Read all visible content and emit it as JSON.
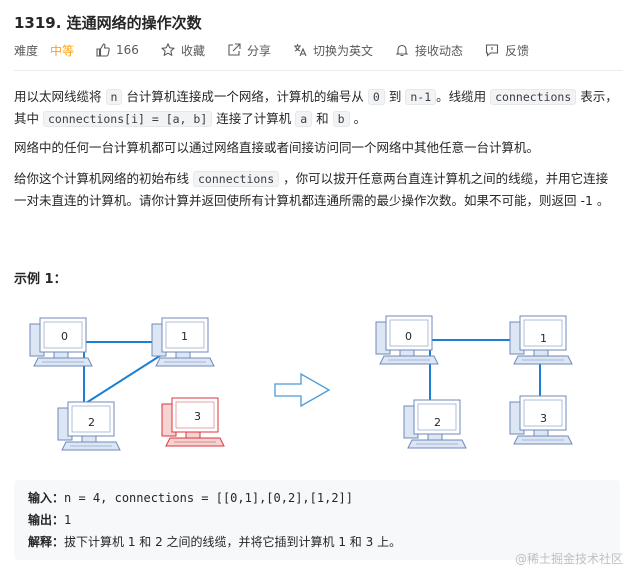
{
  "problem": {
    "title": "1319. 连通网络的操作次数",
    "difficulty_label": "难度",
    "difficulty": "中等",
    "likes": "166",
    "favorite_label": "收藏",
    "share_label": "分享",
    "switch_label": "切换为英文",
    "notify_label": "接收动态",
    "feedback_label": "反馈"
  },
  "desc": {
    "p1a": "用以太网线缆将",
    "p1_n": "n",
    "p1b": "台计算机连接成一个网络，计算机的编号从",
    "p1_zero": "0",
    "p1c": "到",
    "p1_nm1": "n-1",
    "p1d": "。线缆用",
    "p1_conn": "connections",
    "p1e": "表",
    "p1f": "示，其中",
    "p1_conni": "connections[i] = [a, b]",
    "p1g": "连接了计算机",
    "p1_a": "a",
    "p1h": "和",
    "p1_b": "b",
    "p1i": "。",
    "p2": "网络中的任何一台计算机都可以通过网络直接或者间接访问同一个网络中其他任意一台计算机。",
    "p3a": "给你这个计算机网络的初始布线",
    "p3_conn": "connections",
    "p3b": "，你可以拔开任意两台直连计算机之间的线缆，并用它连",
    "p3c": "接一对未直连的计算机。请你计算并返回使所有计算机都连通所需的最少操作次数。如果不可能，则返",
    "p3d": "回 -1 。"
  },
  "example": {
    "title": "示例 1：",
    "input_label": "输入：",
    "input_value": "n = 4, connections = [[0,1],[0,2],[1,2]]",
    "output_label": "输出：",
    "output_value": "1",
    "explain_label": "解释：",
    "explain_value": "拔下计算机 1 和 2 之间的线缆，并将它插到计算机 1 和 3 上。"
  },
  "diagram": {
    "left_labels": [
      "0",
      "1",
      "2",
      "3"
    ],
    "right_labels": [
      "0",
      "1",
      "2",
      "3"
    ]
  },
  "colors": {
    "accent": "#ffa116",
    "cable": "#1b7fd4",
    "pc_fill": "#dce6f5",
    "pc_stroke": "#6f8ab8",
    "red": "#d9363e",
    "red_fill": "#f6d3d3"
  },
  "watermark": "@稀土掘金技术社区"
}
